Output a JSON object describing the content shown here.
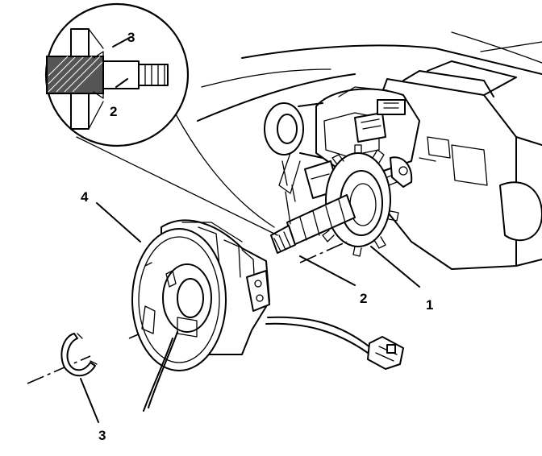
{
  "callouts": {
    "inset_sensor": "3",
    "inset_shaft": "2",
    "coil": "4",
    "shaft": "2",
    "column": "1",
    "ring": "3"
  }
}
